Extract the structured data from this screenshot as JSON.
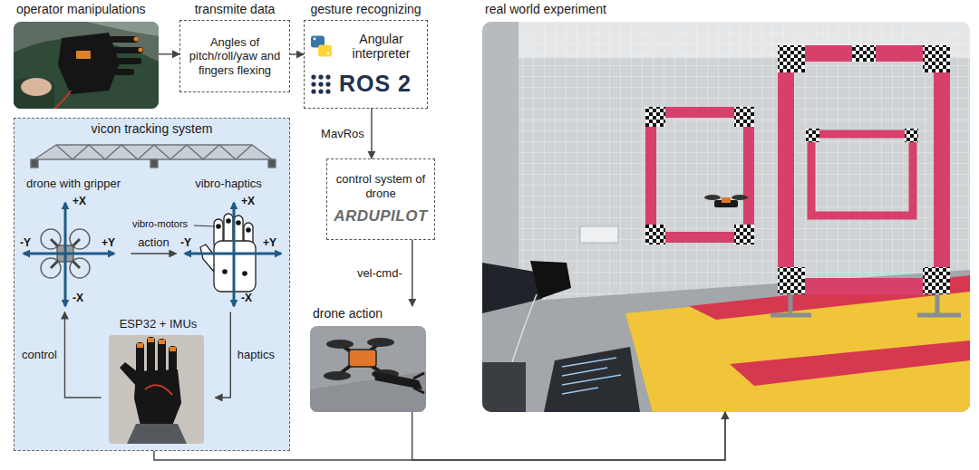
{
  "diagram": {
    "nodes": [
      {
        "text": [
          "operator manipulations"
        ]
      },
      {
        "text": [
          "transmite data",
          "Angles of pitch/roll/yaw and fingers flexing"
        ]
      },
      {
        "text": [
          "gesture recognizing",
          "Angular interpreter",
          "ROS 2"
        ]
      },
      {
        "text": [
          "control system of drone",
          "ARDUPILOT"
        ]
      },
      {
        "text": [
          "drone action"
        ]
      },
      {
        "text": [
          "real world experiment"
        ]
      },
      {
        "text": [
          "vicon tracking system"
        ]
      },
      {
        "text": [
          "drone with gripper"
        ],
        "in": 6
      },
      {
        "text": [
          "vibro-haptics"
        ],
        "in": 6
      },
      {
        "text": [
          "ESP32 + IMUs"
        ],
        "in": 6
      }
    ],
    "edges": [
      {
        "from": 0,
        "to": 1,
        "arrow": "to"
      },
      {
        "from": 1,
        "to": 2,
        "arrow": "to"
      },
      {
        "from": 2,
        "to": 3,
        "label": "MavRos",
        "arrow": "to"
      },
      {
        "from": 3,
        "to": 4,
        "label": "vel-cmd-",
        "arrow": "to"
      },
      {
        "from": 7,
        "to": 8,
        "label": "action",
        "arrow": "to"
      },
      {
        "from": 8,
        "to": 9,
        "label": "haptics",
        "arrow": "to"
      },
      {
        "from": 9,
        "to": 7,
        "label": "control",
        "arrow": "to"
      },
      {
        "from": 6,
        "to": 5,
        "arrow": "to"
      },
      {
        "from": 4,
        "to": 5,
        "arrow": "to"
      }
    ],
    "labels": [
      "+X",
      "-Y",
      "+Y",
      "-X",
      "vibro-motors",
      "+X",
      "-Y",
      "+Y",
      "-X"
    ]
  }
}
